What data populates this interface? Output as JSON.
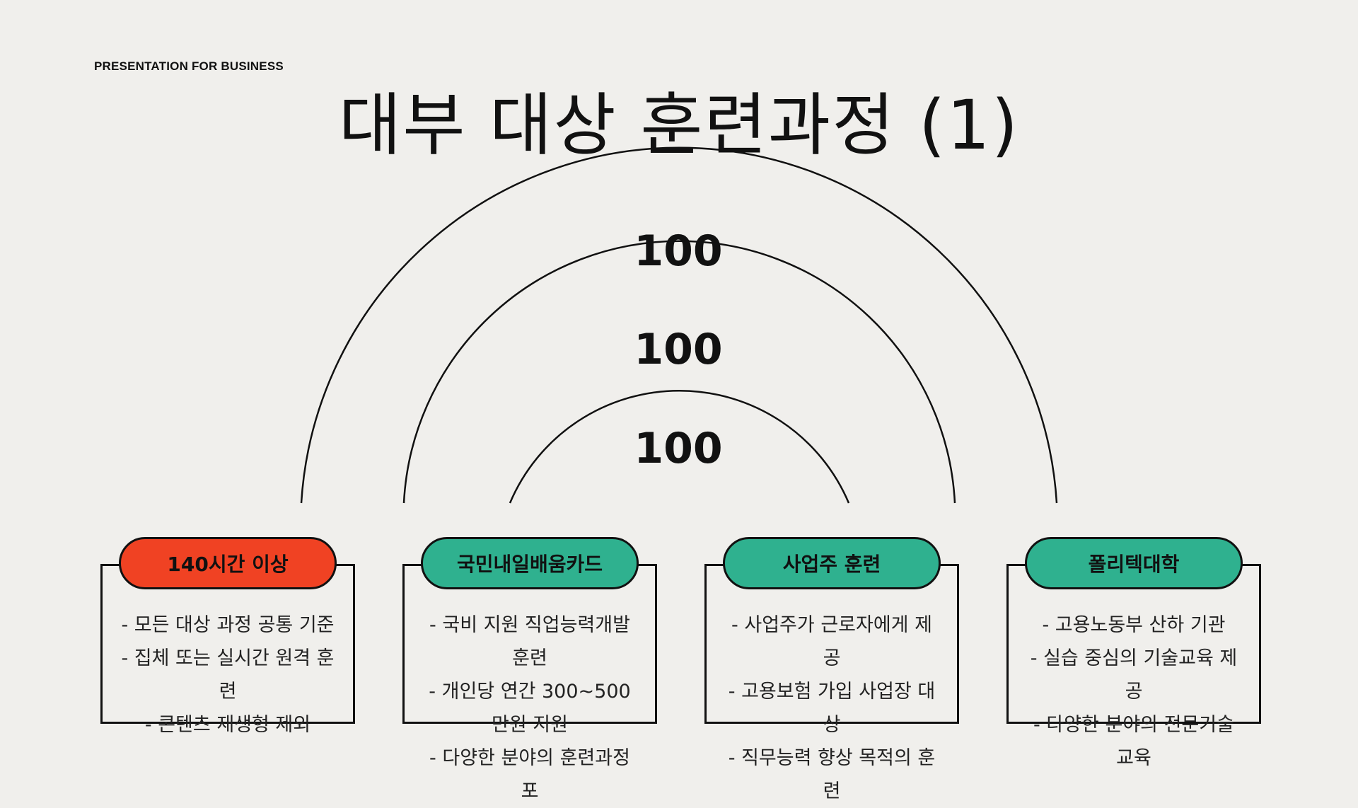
{
  "header": {
    "eyebrow": "PRESENTATION FOR BUSINESS",
    "title": "대부 대상 훈련과정 (1)"
  },
  "arcs": {
    "outer_value": "100",
    "middle_value": "100",
    "inner_value": "100"
  },
  "colors": {
    "background": "#f0efec",
    "accent_red": "#f04223",
    "accent_green": "#2fb18f",
    "line": "#111111"
  },
  "cards": [
    {
      "label": "140시간 이상",
      "color": "#f04223",
      "lines": [
        "- 모든 대상 과정 공통 기준",
        "- 집체 또는 실시간 원격 훈련",
        "- 콘텐츠 재생형 제외"
      ]
    },
    {
      "label": "국민내일배움카드",
      "color": "#2fb18f",
      "lines": [
        "- 국비 지원 직업능력개발 훈련",
        "- 개인당 연간 300~500만원 지원",
        "- 다양한 분야의 훈련과정 포"
      ]
    },
    {
      "label": "사업주 훈련",
      "color": "#2fb18f",
      "lines": [
        "- 사업주가 근로자에게 제공",
        "- 고용보험 가입 사업장 대상",
        "- 직무능력 향상 목적의 훈련"
      ]
    },
    {
      "label": "폴리텍대학",
      "color": "#2fb18f",
      "lines": [
        "- 고용노동부 산하 기관",
        "- 실습 중심의 기술교육 제공",
        "- 다양한 분야의 전문기술 교육"
      ]
    }
  ]
}
